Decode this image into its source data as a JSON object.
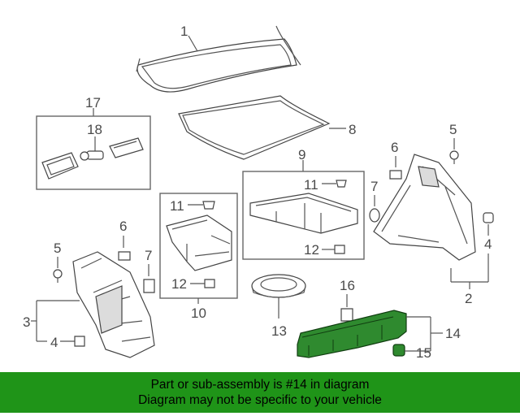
{
  "callouts": {
    "c1": "1",
    "c2": "2",
    "c3": "3",
    "c4a": "4",
    "c4b": "4",
    "c5a": "5",
    "c5b": "5",
    "c6a": "6",
    "c6b": "6",
    "c7a": "7",
    "c7b": "7",
    "c8": "8",
    "c9": "9",
    "c10": "10",
    "c11a": "11",
    "c11b": "11",
    "c12a": "12",
    "c12b": "12",
    "c13": "13",
    "c14": "14",
    "c15": "15",
    "c16": "16",
    "c17": "17",
    "c18": "18"
  },
  "banner": {
    "line1": "Part or sub-assembly is #14 in diagram",
    "line2": "Diagram may not be specific to your vehicle"
  },
  "colors": {
    "banner": "#1f9418",
    "highlight_part": "#2f8a2f",
    "linework": "#555555"
  }
}
